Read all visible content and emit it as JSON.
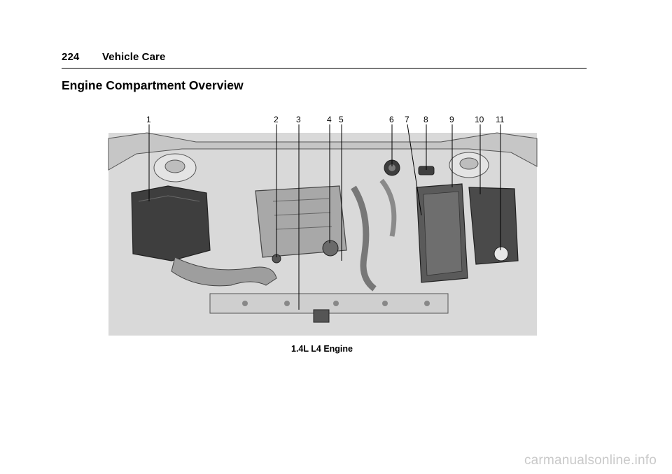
{
  "header": {
    "page_number": "224",
    "section": "Vehicle Care"
  },
  "title": "Engine Compartment Overview",
  "figure": {
    "callouts": [
      "1",
      "2",
      "3",
      "4",
      "5",
      "6",
      "7",
      "8",
      "9",
      "10",
      "11"
    ],
    "caption": "1.4L L4 Engine"
  },
  "watermark": "carmanualsonline.info"
}
